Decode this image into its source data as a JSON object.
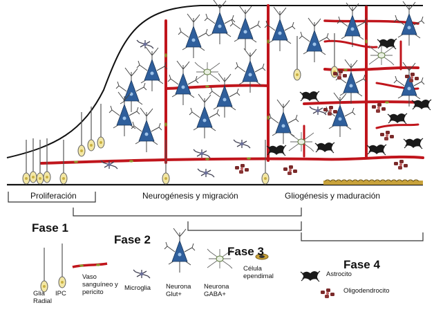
{
  "stages": {
    "proliferation": "Proliferación",
    "neurogenesis": "Neurogénesis y migración",
    "gliogenesis": "Gliogénesis y maduración"
  },
  "phases": [
    "Fase 1",
    "Fase 2",
    "Fase 3",
    "Fase 4"
  ],
  "legend": {
    "radial_glia": [
      "Glia",
      "Radial"
    ],
    "ipc": "IPC",
    "vessel": [
      "Vaso",
      "sanguíneo y",
      "pericito"
    ],
    "microglia": "Microglia",
    "glut_neuron": [
      "Neurona",
      "Glut+"
    ],
    "gaba_neuron": [
      "Neurona",
      "GABA+"
    ],
    "ependymal": [
      "Célula",
      "ependimal"
    ],
    "astrocyte": "Astrocito",
    "oligodendrocyte": "Oligodendrocito"
  },
  "colors": {
    "vessel": "#c0151c",
    "vessel_edge": "#7a8a2a",
    "neuron": "#2f5f9c",
    "glia_body": "#f3e7a4",
    "outline": "#333333",
    "astrocyte": "#1a1a1a",
    "oligodendrocyte": "#7a2a2a"
  }
}
